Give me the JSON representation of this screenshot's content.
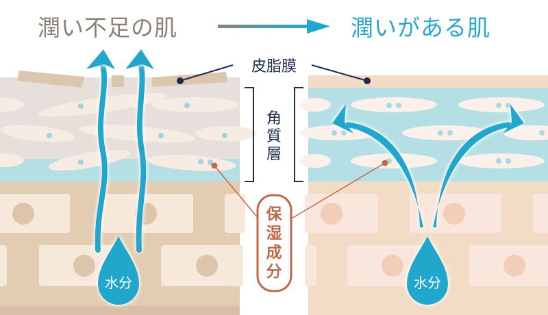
{
  "header": {
    "before_title": "潤い不足の肌",
    "after_title": "潤いがある肌"
  },
  "labels": {
    "sebum_film": "皮脂膜",
    "stratum_corneum": [
      "角",
      "質",
      "層"
    ],
    "moisturizing_ingredients": [
      "保",
      "湿",
      "成",
      "分"
    ],
    "water_left": "水分",
    "water_right": "水分"
  },
  "colors": {
    "before_title": "#8a8078",
    "after_title": "#2aa6c8",
    "water": "#22a7cc",
    "label_line": "#1e2a4f",
    "moisturizer": "#c0694a",
    "dry_corneum": "#e6dfdb",
    "moist_corneum": "#b4dfe4",
    "dry_skin": "#e2cdb2",
    "moist_skin": "#f3dcc5"
  }
}
